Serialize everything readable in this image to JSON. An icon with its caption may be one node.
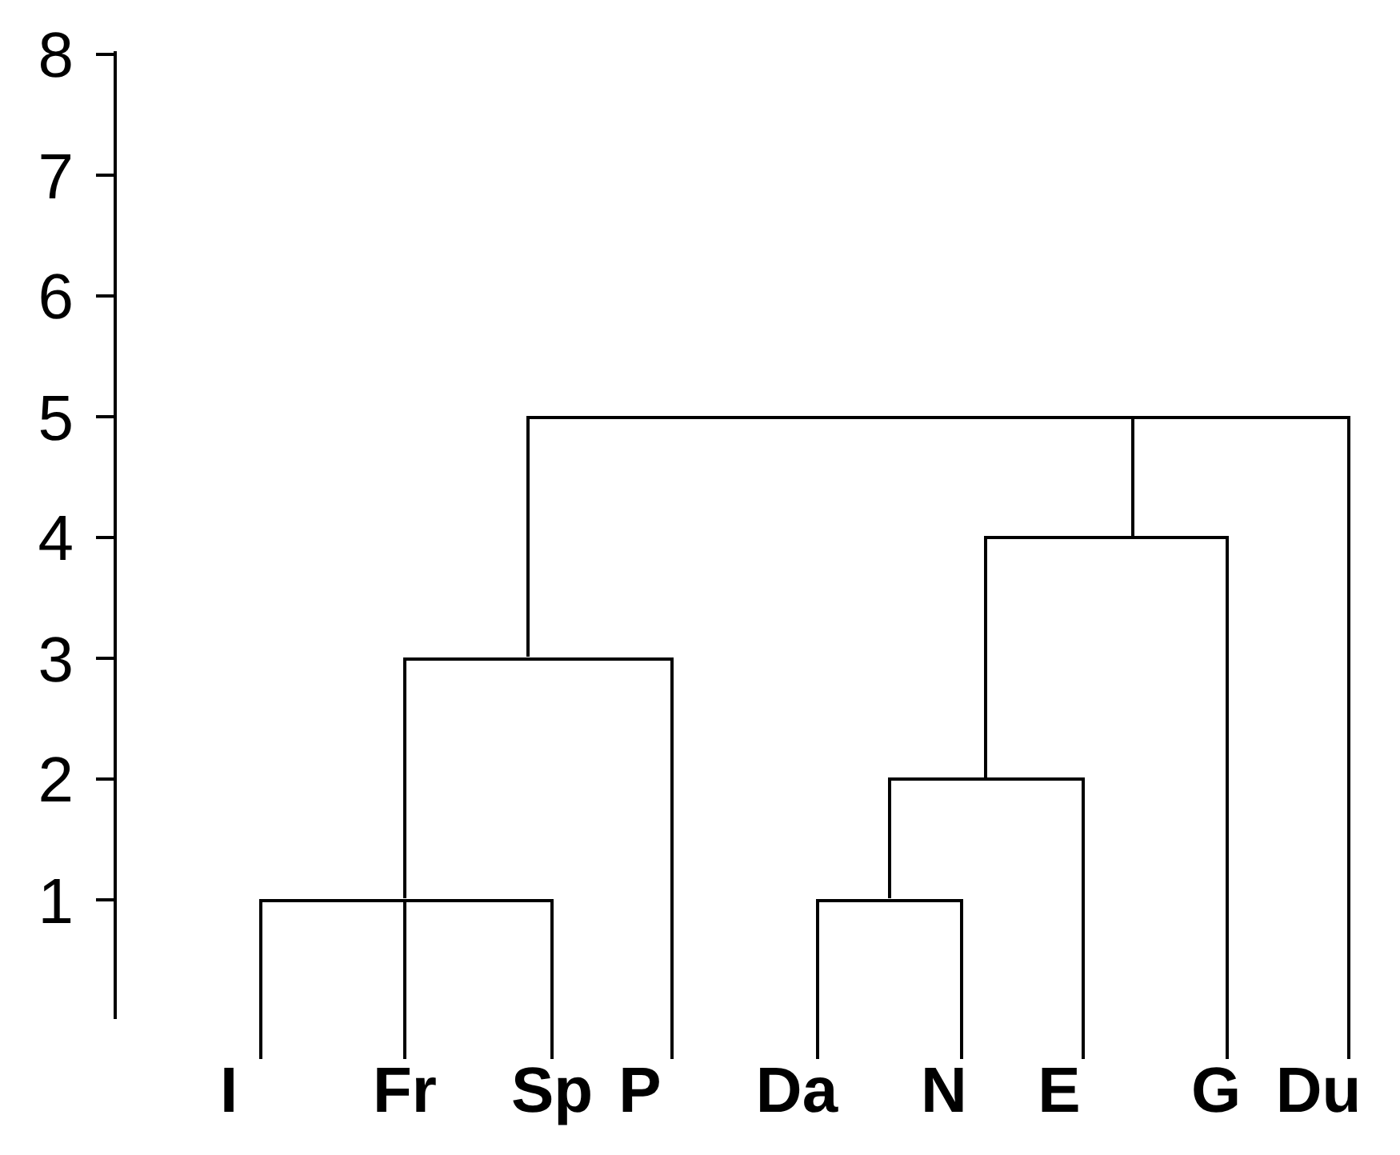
{
  "diagram": {
    "nodes": [
      {
        "text": [
          "I"
        ]
      },
      {
        "text": [
          "Fr"
        ]
      },
      {
        "text": [
          "Sp"
        ]
      },
      {
        "text": [
          "P"
        ]
      },
      {
        "text": [
          "Da"
        ]
      },
      {
        "text": [
          "N"
        ]
      },
      {
        "text": [
          "E"
        ]
      },
      {
        "text": [
          "G"
        ]
      },
      {
        "text": [
          "Du"
        ]
      },
      {
        "text": [],
        "shape": "bar"
      },
      {
        "text": [],
        "shape": "bar"
      },
      {
        "text": [],
        "shape": "bar"
      },
      {
        "text": [],
        "shape": "bar"
      },
      {
        "text": [],
        "shape": "bar"
      },
      {
        "text": [],
        "shape": "bar"
      }
    ],
    "edges": [
      {
        "from": 0,
        "to": 9,
        "arrow": "none"
      },
      {
        "from": 2,
        "to": 9,
        "arrow": "none"
      },
      {
        "from": 1,
        "to": 9,
        "arrow": "none"
      },
      {
        "from": 9,
        "to": 10,
        "arrow": "none"
      },
      {
        "from": 3,
        "to": 10,
        "arrow": "none"
      },
      {
        "from": 10,
        "to": 11,
        "arrow": "none"
      },
      {
        "from": 4,
        "to": 12,
        "arrow": "none"
      },
      {
        "from": 5,
        "to": 12,
        "arrow": "none"
      },
      {
        "from": 12,
        "to": 13,
        "arrow": "none"
      },
      {
        "from": 6,
        "to": 13,
        "arrow": "none"
      },
      {
        "from": 13,
        "to": 14,
        "arrow": "none"
      },
      {
        "from": 7,
        "to": 14,
        "arrow": "none"
      },
      {
        "from": 14,
        "to": 11,
        "arrow": "none"
      },
      {
        "from": 8,
        "to": 11,
        "arrow": "none"
      }
    ],
    "labels": [
      "8",
      "7",
      "6",
      "5",
      "4",
      "3",
      "2",
      "1"
    ]
  }
}
